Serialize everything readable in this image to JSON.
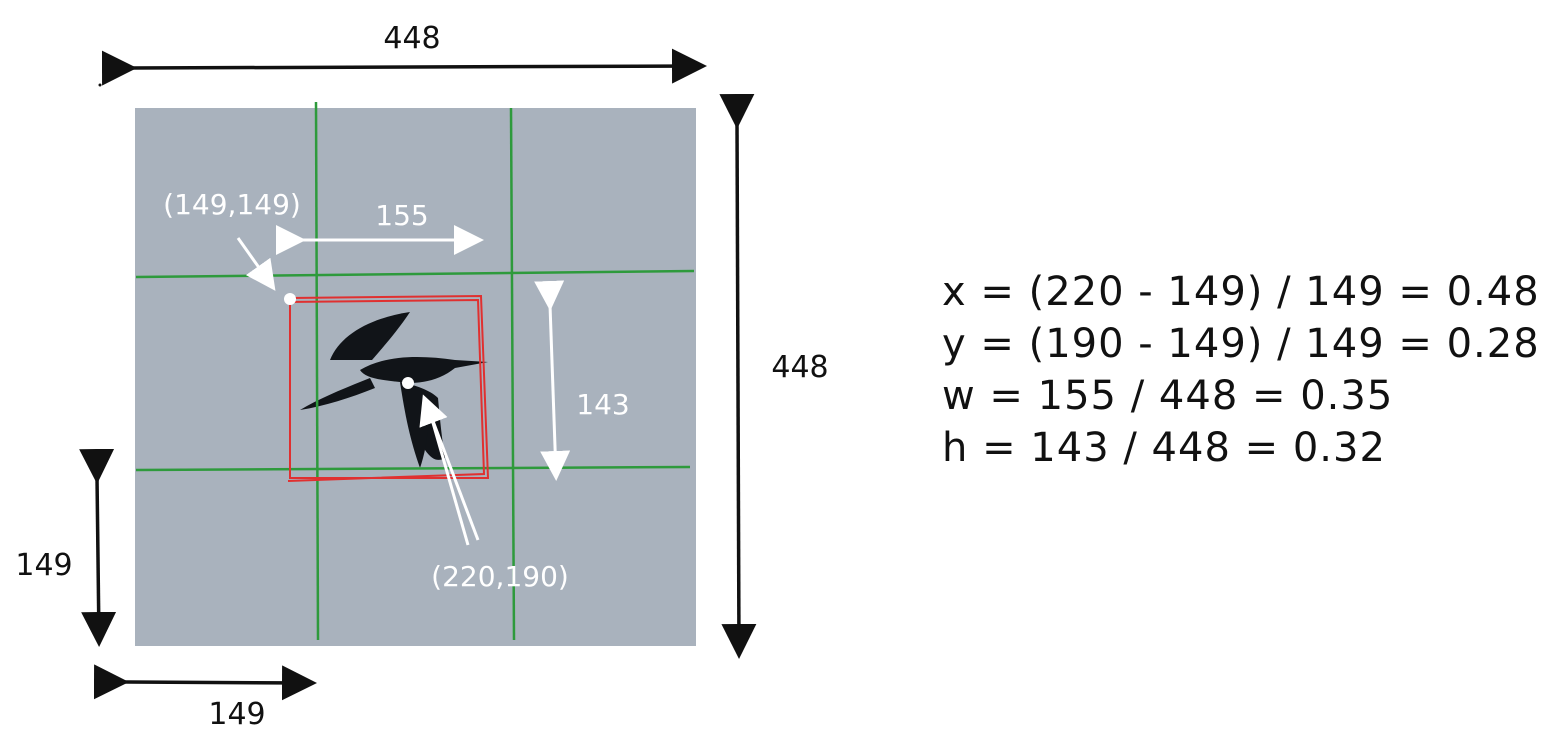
{
  "labels": {
    "top_width": "448",
    "right_height": "448",
    "left_cell": "149",
    "bottom_cell": "149",
    "box_width": "155",
    "box_height": "143",
    "top_left_point": "(149,149)",
    "center_point": "(220,190)"
  },
  "formulas": [
    "x = (220 - 149) / 149 = 0.48",
    "y = (190 - 149) / 149 = 0.28",
    "w = 155 / 448 = 0.35",
    "h = 143 / 448 = 0.32"
  ],
  "colors": {
    "background": "#a9b2bd",
    "grid": "#2e9a3c",
    "box": "#e03030",
    "annotation": "#ffffff",
    "dimension": "#111111"
  }
}
